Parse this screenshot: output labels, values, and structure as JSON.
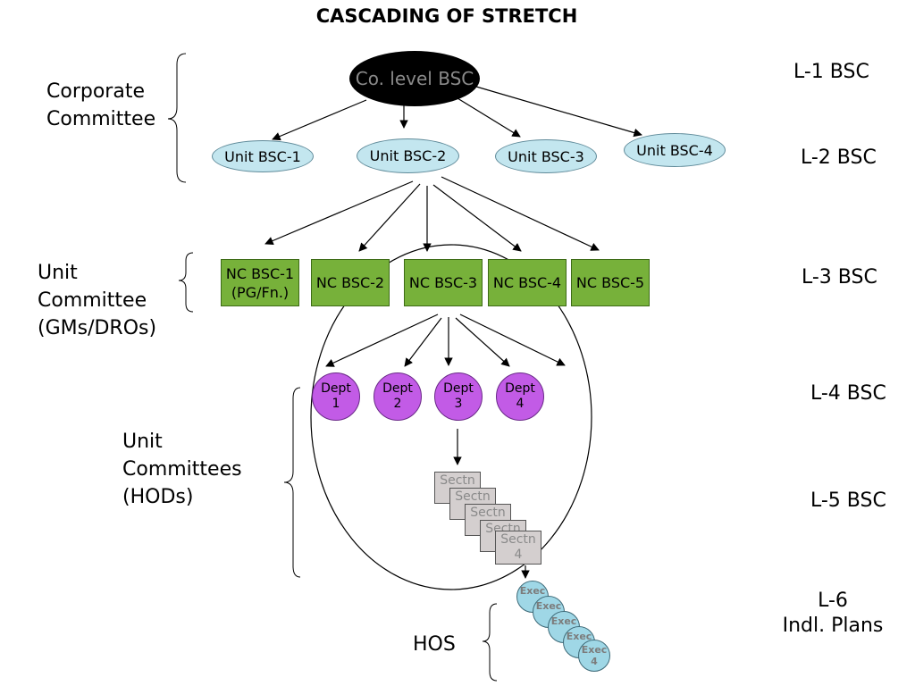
{
  "title": "CASCADING OF STRETCH",
  "groups": {
    "corporate": [
      "Corporate",
      "Committee"
    ],
    "unit": [
      "Unit",
      "Committee",
      "(GMs/DROs)"
    ],
    "unit_hods": [
      "Unit",
      "Committees",
      "(HODs)"
    ],
    "hos": "HOS"
  },
  "levels": {
    "l1": "L-1 BSC",
    "l2": "L-2 BSC",
    "l3": "L-3 BSC",
    "l4": "L-4 BSC",
    "l5": "L-5 BSC",
    "l6": [
      "L-6",
      "Indl. Plans"
    ]
  },
  "nodes": {
    "co": "Co. level BSC",
    "units": [
      "Unit BSC-1",
      "Unit BSC-2",
      "Unit BSC-3",
      "Unit BSC-4"
    ],
    "nc": [
      [
        "NC BSC-1",
        "(PG/Fn.)"
      ],
      [
        "NC BSC-2"
      ],
      [
        "NC BSC-3"
      ],
      [
        "NC BSC-4"
      ],
      [
        "NC BSC-5"
      ]
    ],
    "depts": [
      [
        "Dept",
        "1"
      ],
      [
        "Dept",
        "2"
      ],
      [
        "Dept",
        "3"
      ],
      [
        "Dept",
        "4"
      ]
    ],
    "sections": [
      [
        "Sectn"
      ],
      [
        "Sectn"
      ],
      [
        "Sectn"
      ],
      [
        "Sectn"
      ],
      [
        "Sectn",
        "4"
      ]
    ],
    "execs": [
      [
        "Exec"
      ],
      [
        "Exec"
      ],
      [
        "Exec"
      ],
      [
        "Exec"
      ],
      [
        "Exec",
        "4"
      ]
    ]
  },
  "colors": {
    "unit_fill": "#c3e6ef",
    "nc_fill": "#77b13a",
    "dept_fill": "#c25be6",
    "section_fill": "#d4cfcf",
    "exec_fill": "#9fd7e6",
    "co_fill": "#000000"
  }
}
